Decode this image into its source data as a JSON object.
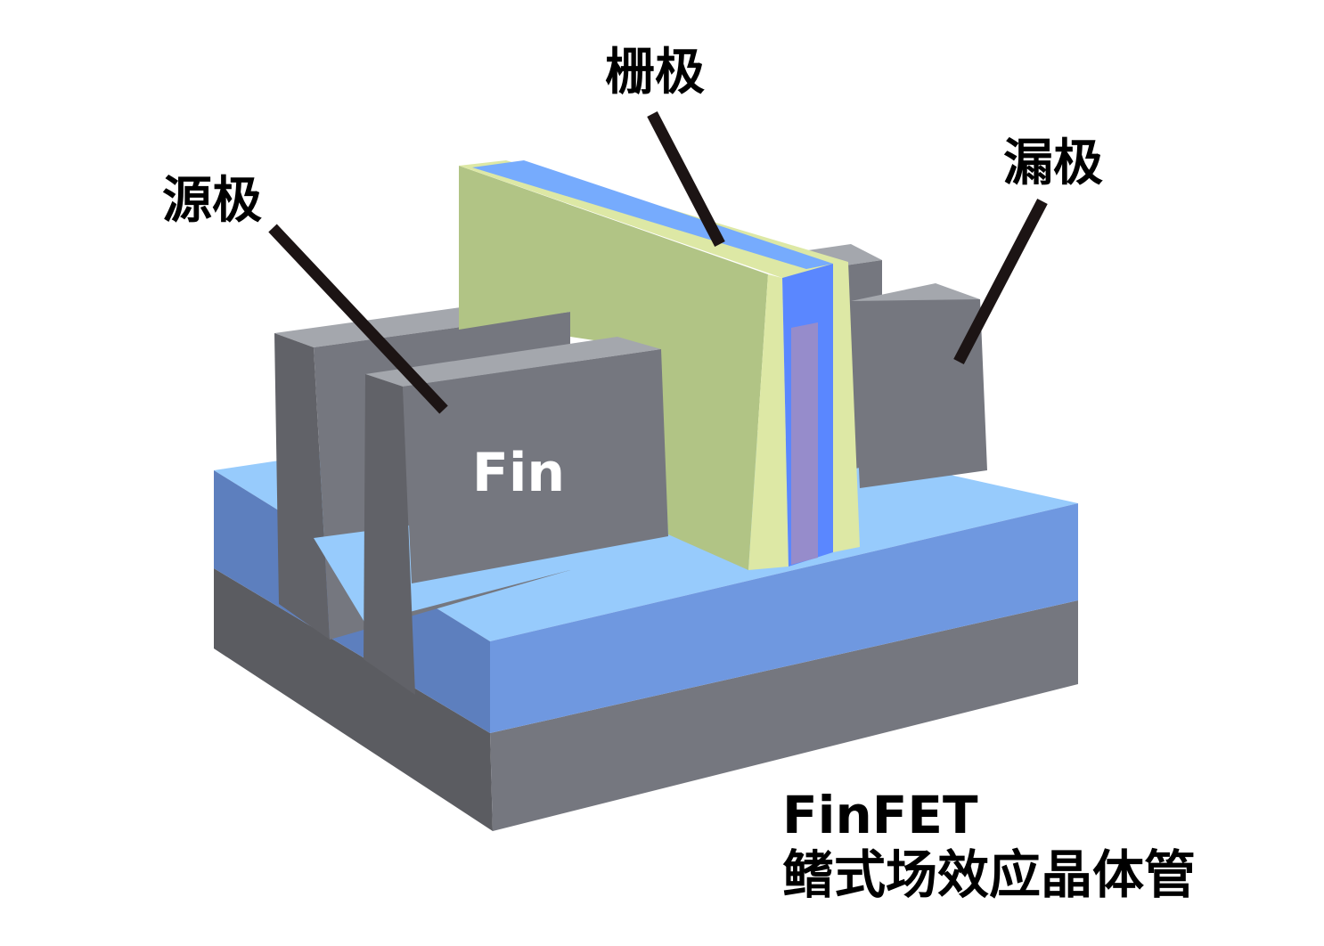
{
  "labels": {
    "gate": "栅极",
    "source": "源极",
    "drain": "漏极",
    "fin": "Fin"
  },
  "title": {
    "line1": "FinFET",
    "line2": "鳍式场效应晶体管"
  },
  "colors": {
    "substrate_top": "#5a6e9c",
    "substrate_front": "#75777f",
    "substrate_left": "#5b5c61",
    "oxide_top": "#97cbfc",
    "oxide_front": "#6f98e0",
    "oxide_left": "#5d7fbe",
    "fin_face": "#75777f",
    "fin_top": "#a4a7ad",
    "fin_side": "#616268",
    "gate_back": "#b1c485",
    "gate_edge": "#dde8a5",
    "gate_blue": "#76abfd",
    "gate_inner_blue": "#5a87ff",
    "gate_core": "#968ccb",
    "pointer": "#1c1414",
    "fin_text": "#ffffff",
    "text": "#000000"
  }
}
